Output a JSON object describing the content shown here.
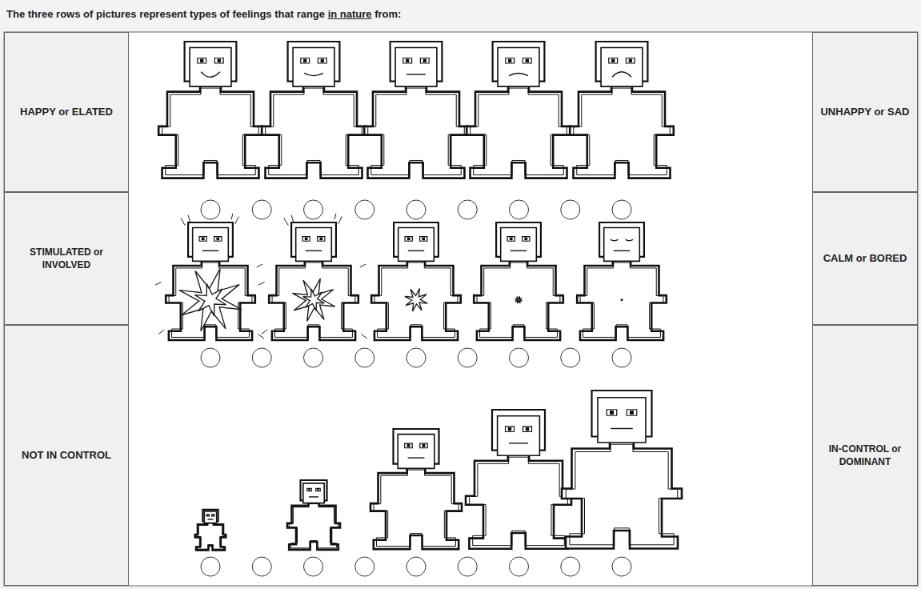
{
  "diagram": {
    "title": "The three rows of pictures represent types of feelings that range in nature from:",
    "nodes": [
      {
        "text": [
          "HAPPY or ELATED"
        ]
      },
      {
        "text": [
          "UNHAPPY or SAD"
        ]
      },
      {
        "text": [
          "STIMULATED or INVOLVED"
        ]
      },
      {
        "text": [
          "CALM or BORED"
        ]
      },
      {
        "text": [
          "NOT IN CONTROL"
        ]
      },
      {
        "text": [
          "IN-CONTROL or DOMINANT"
        ]
      }
    ]
  }
}
